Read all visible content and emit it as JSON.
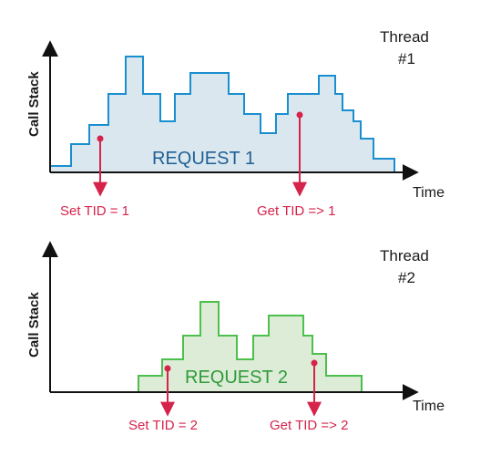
{
  "panels": [
    {
      "thread_line1": "Thread",
      "thread_line2": "#1",
      "y_axis_label": "Call Stack",
      "x_axis_label": "Time",
      "request_label": "REQUEST 1",
      "set_event": "Set TID = 1",
      "get_event": "Get TID => 1",
      "color_stroke": "#1a8fd0",
      "color_fill": "#dbe7ee",
      "color_text": "#1f5f94"
    },
    {
      "thread_line1": "Thread",
      "thread_line2": "#2",
      "y_axis_label": "Call Stack",
      "x_axis_label": "Time",
      "request_label": "REQUEST 2",
      "set_event": "Set TID = 2",
      "get_event": "Get TID => 2",
      "color_stroke": "#4cbf4c",
      "color_fill": "#dcecd6",
      "color_text": "#2f9a3a"
    }
  ],
  "event_color": "#d6234a"
}
